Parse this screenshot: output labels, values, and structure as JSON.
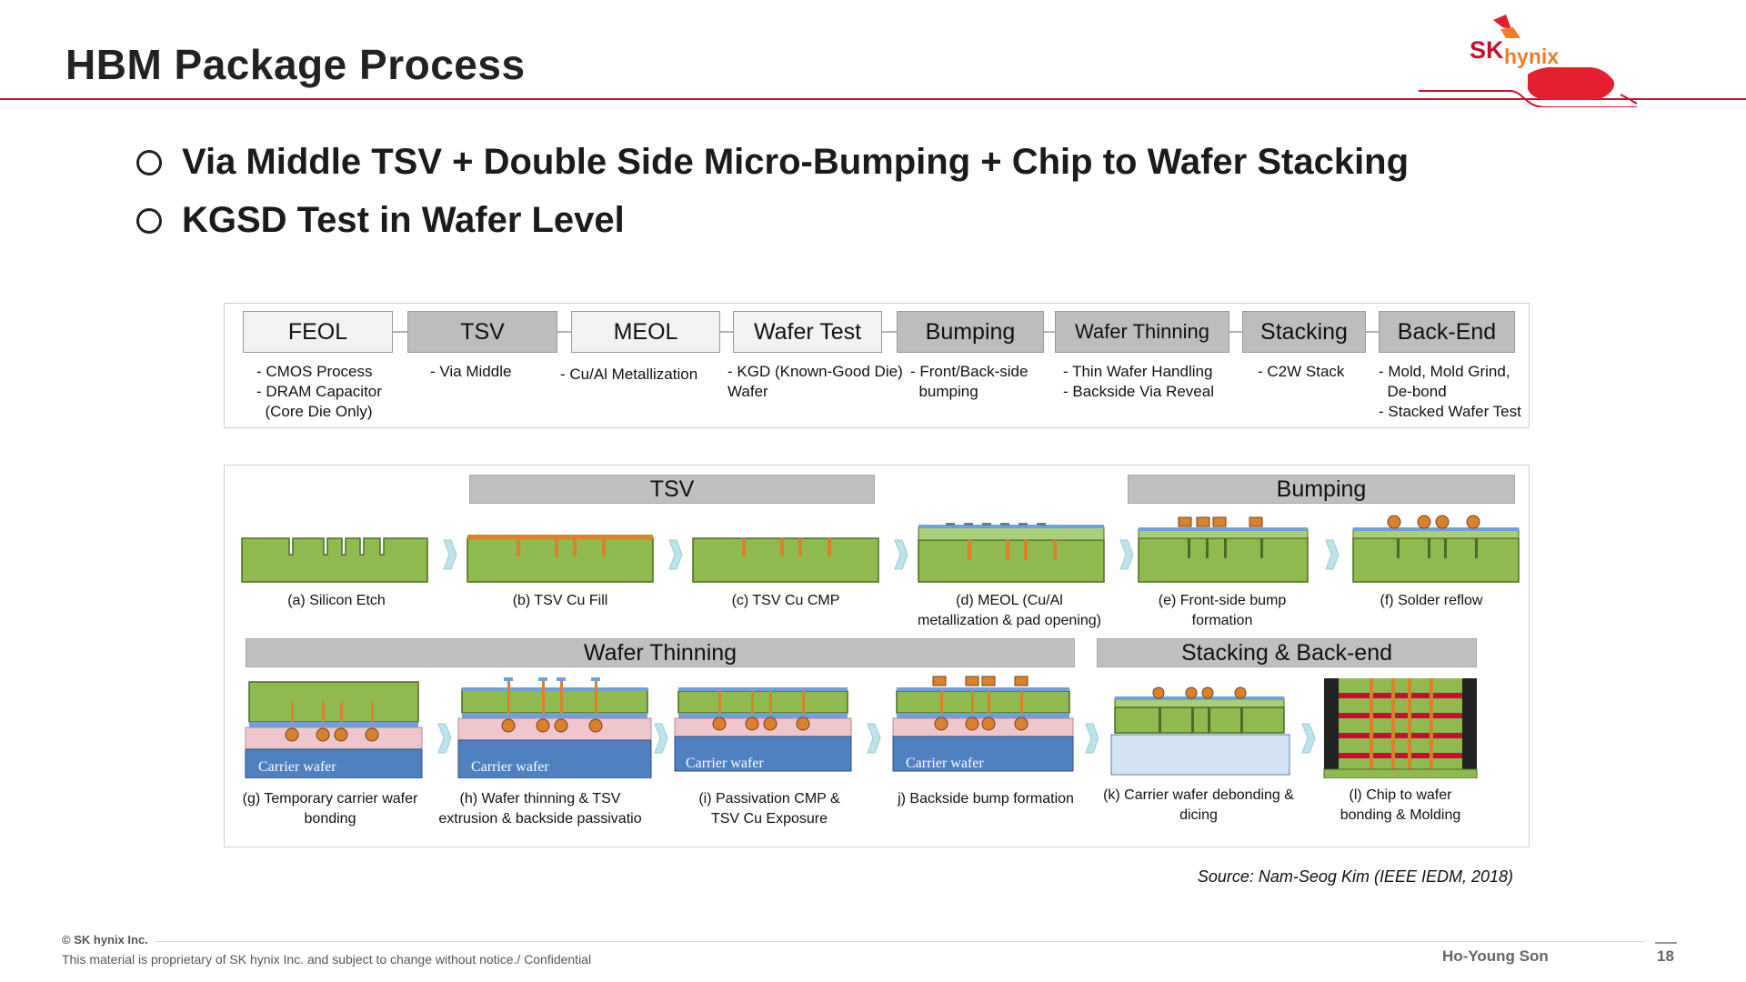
{
  "slide": {
    "title": "HBM Package Process",
    "bullets": [
      "Via Middle TSV + Double Side Micro-Bumping + Chip to Wafer Stacking",
      "KGSD Test in Wafer Level"
    ]
  },
  "logo": {
    "text_sk": "SK",
    "text_hynix": "hynix",
    "brand_color": "#c8102e",
    "accent_color": "#f07c2a"
  },
  "process_flow": [
    {
      "label": "FEOL",
      "desc": "- CMOS Process\n- DRAM Capacitor\n  (Core Die Only)"
    },
    {
      "label": "TSV",
      "desc": "- Via Middle"
    },
    {
      "label": "MEOL",
      "desc": "- Cu/Al Metallization"
    },
    {
      "label": "Wafer Test",
      "desc": "- KGD (Known-Good Die)\nWafer"
    },
    {
      "label": "Bumping",
      "desc": "- Front/Back-side\n  bumping"
    },
    {
      "label": "Wafer Thinning",
      "desc": "- Thin Wafer Handling\n- Backside Via Reveal"
    },
    {
      "label": "Stacking",
      "desc": "- C2W Stack"
    },
    {
      "label": "Back-End",
      "desc": "- Mold, Mold Grind,\n  De-bond\n- Stacked Wafer Test"
    }
  ],
  "sections": {
    "tsv": "TSV",
    "bumping": "Bumping",
    "wafer_thinning": "Wafer Thinning",
    "stacking": "Stacking & Back-end"
  },
  "steps_row1": [
    {
      "caption": "(a) Silicon Etch"
    },
    {
      "caption": "(b) TSV Cu Fill"
    },
    {
      "caption": "(c) TSV Cu CMP"
    },
    {
      "caption": "(d) MEOL (Cu/Al\nmetallization & pad opening)"
    },
    {
      "caption": "(e) Front-side bump\nformation"
    },
    {
      "caption": "(f) Solder reflow"
    }
  ],
  "steps_row2": [
    {
      "caption": "(g) Temporary carrier wafer\nbonding"
    },
    {
      "caption": "(h) Wafer thinning & TSV\nextrusion & backside passivatio"
    },
    {
      "caption": "(i) Passivation CMP &\nTSV Cu Exposure"
    },
    {
      "caption": "j) Backside bump formation"
    },
    {
      "caption": "(k) Carrier wafer debonding &\ndicing"
    },
    {
      "caption": "(l) Chip to wafer\nbonding & Molding"
    }
  ],
  "carrier_label": "Carrier wafer",
  "source": "Source: Nam-Seog Kim (IEEE IEDM, 2018)",
  "footer": {
    "copyright": "© SK hynix Inc.",
    "disclaimer": "This material is proprietary of SK hynix Inc. and subject to change without notice./ Confidential",
    "author": "Ho-Young Son",
    "page": "18"
  },
  "colors": {
    "silicon": "#8fba4f",
    "copper": "#d9822b",
    "carrier": "#4f80c0",
    "adhesive": "#eec6cc",
    "passivation": "#6fa0d8",
    "arrow": "#bde3ea",
    "header_dark": "#bfbfbf"
  },
  "icons": {
    "bullet": "circle-bullet-icon",
    "arrow": "process-arrow-icon",
    "logo": "sk-hynix-logo-icon"
  }
}
